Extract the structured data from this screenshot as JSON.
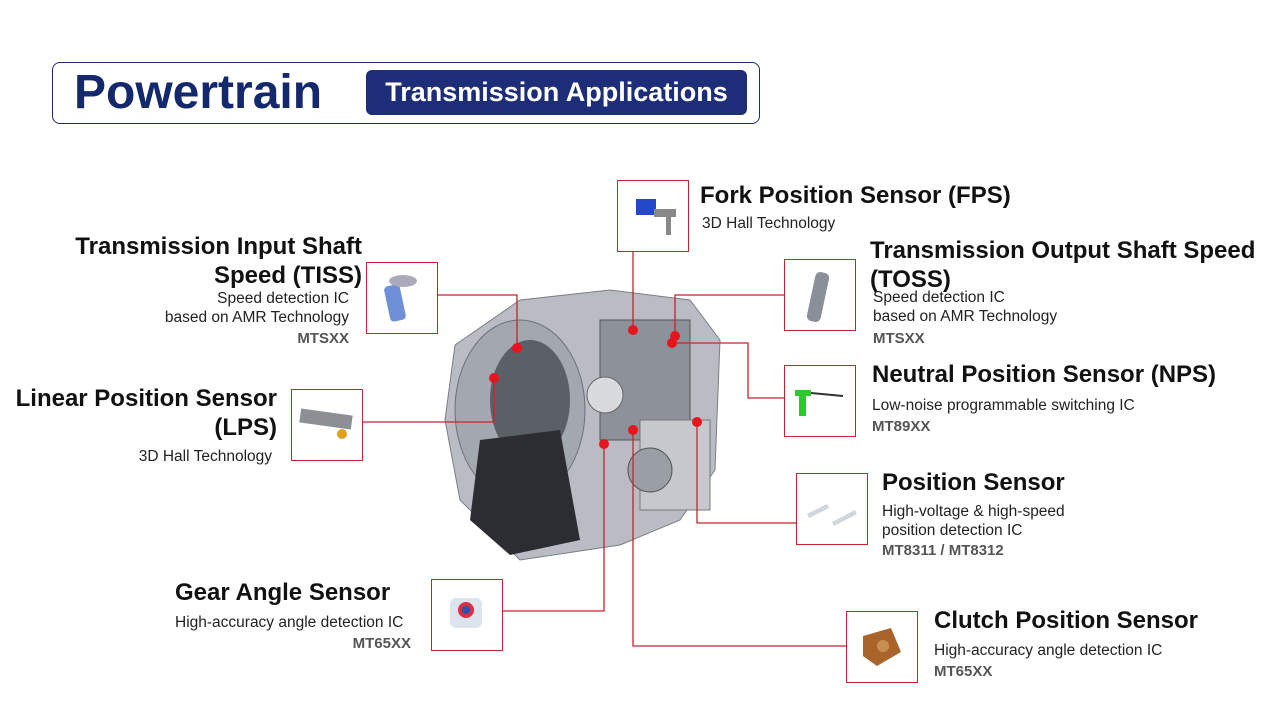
{
  "header": {
    "brand": "Powertrain",
    "subtitle": "Transmission Applications"
  },
  "colors": {
    "navy": "#1d2d78",
    "leader": "#c4262e",
    "dot": "#e8141e"
  },
  "sensors": {
    "fps": {
      "title": "Fork Position Sensor (FPS)",
      "desc": "3D Hall Technology"
    },
    "tiss": {
      "title1": "Transmission Input Shaft",
      "title2": "Speed (TISS)",
      "desc1": "Speed detection IC",
      "desc2": "based on AMR Technology",
      "model": "MTSXX"
    },
    "toss": {
      "title1": "Transmission Output Shaft Speed",
      "title2": "(TOSS)",
      "desc1": "Speed detection IC",
      "desc2": "based on AMR Technology",
      "model": "MTSXX"
    },
    "lps": {
      "title1": "Linear Position Sensor",
      "title2": "(LPS)",
      "desc": "3D Hall Technology"
    },
    "nps": {
      "title": "Neutral Position Sensor (NPS)",
      "desc": "Low-noise programmable switching IC",
      "model": "MT89XX"
    },
    "pos": {
      "title": "Position Sensor",
      "desc1": "High-voltage & high-speed",
      "desc2": "position detection IC",
      "model": "MT8311 / MT8312"
    },
    "gas": {
      "title": "Gear Angle Sensor",
      "desc": "High-accuracy angle detection IC",
      "model": "MT65XX"
    },
    "cps": {
      "title": "Clutch Position Sensor",
      "desc": "High-accuracy angle detection IC",
      "model": "MT65XX"
    }
  }
}
